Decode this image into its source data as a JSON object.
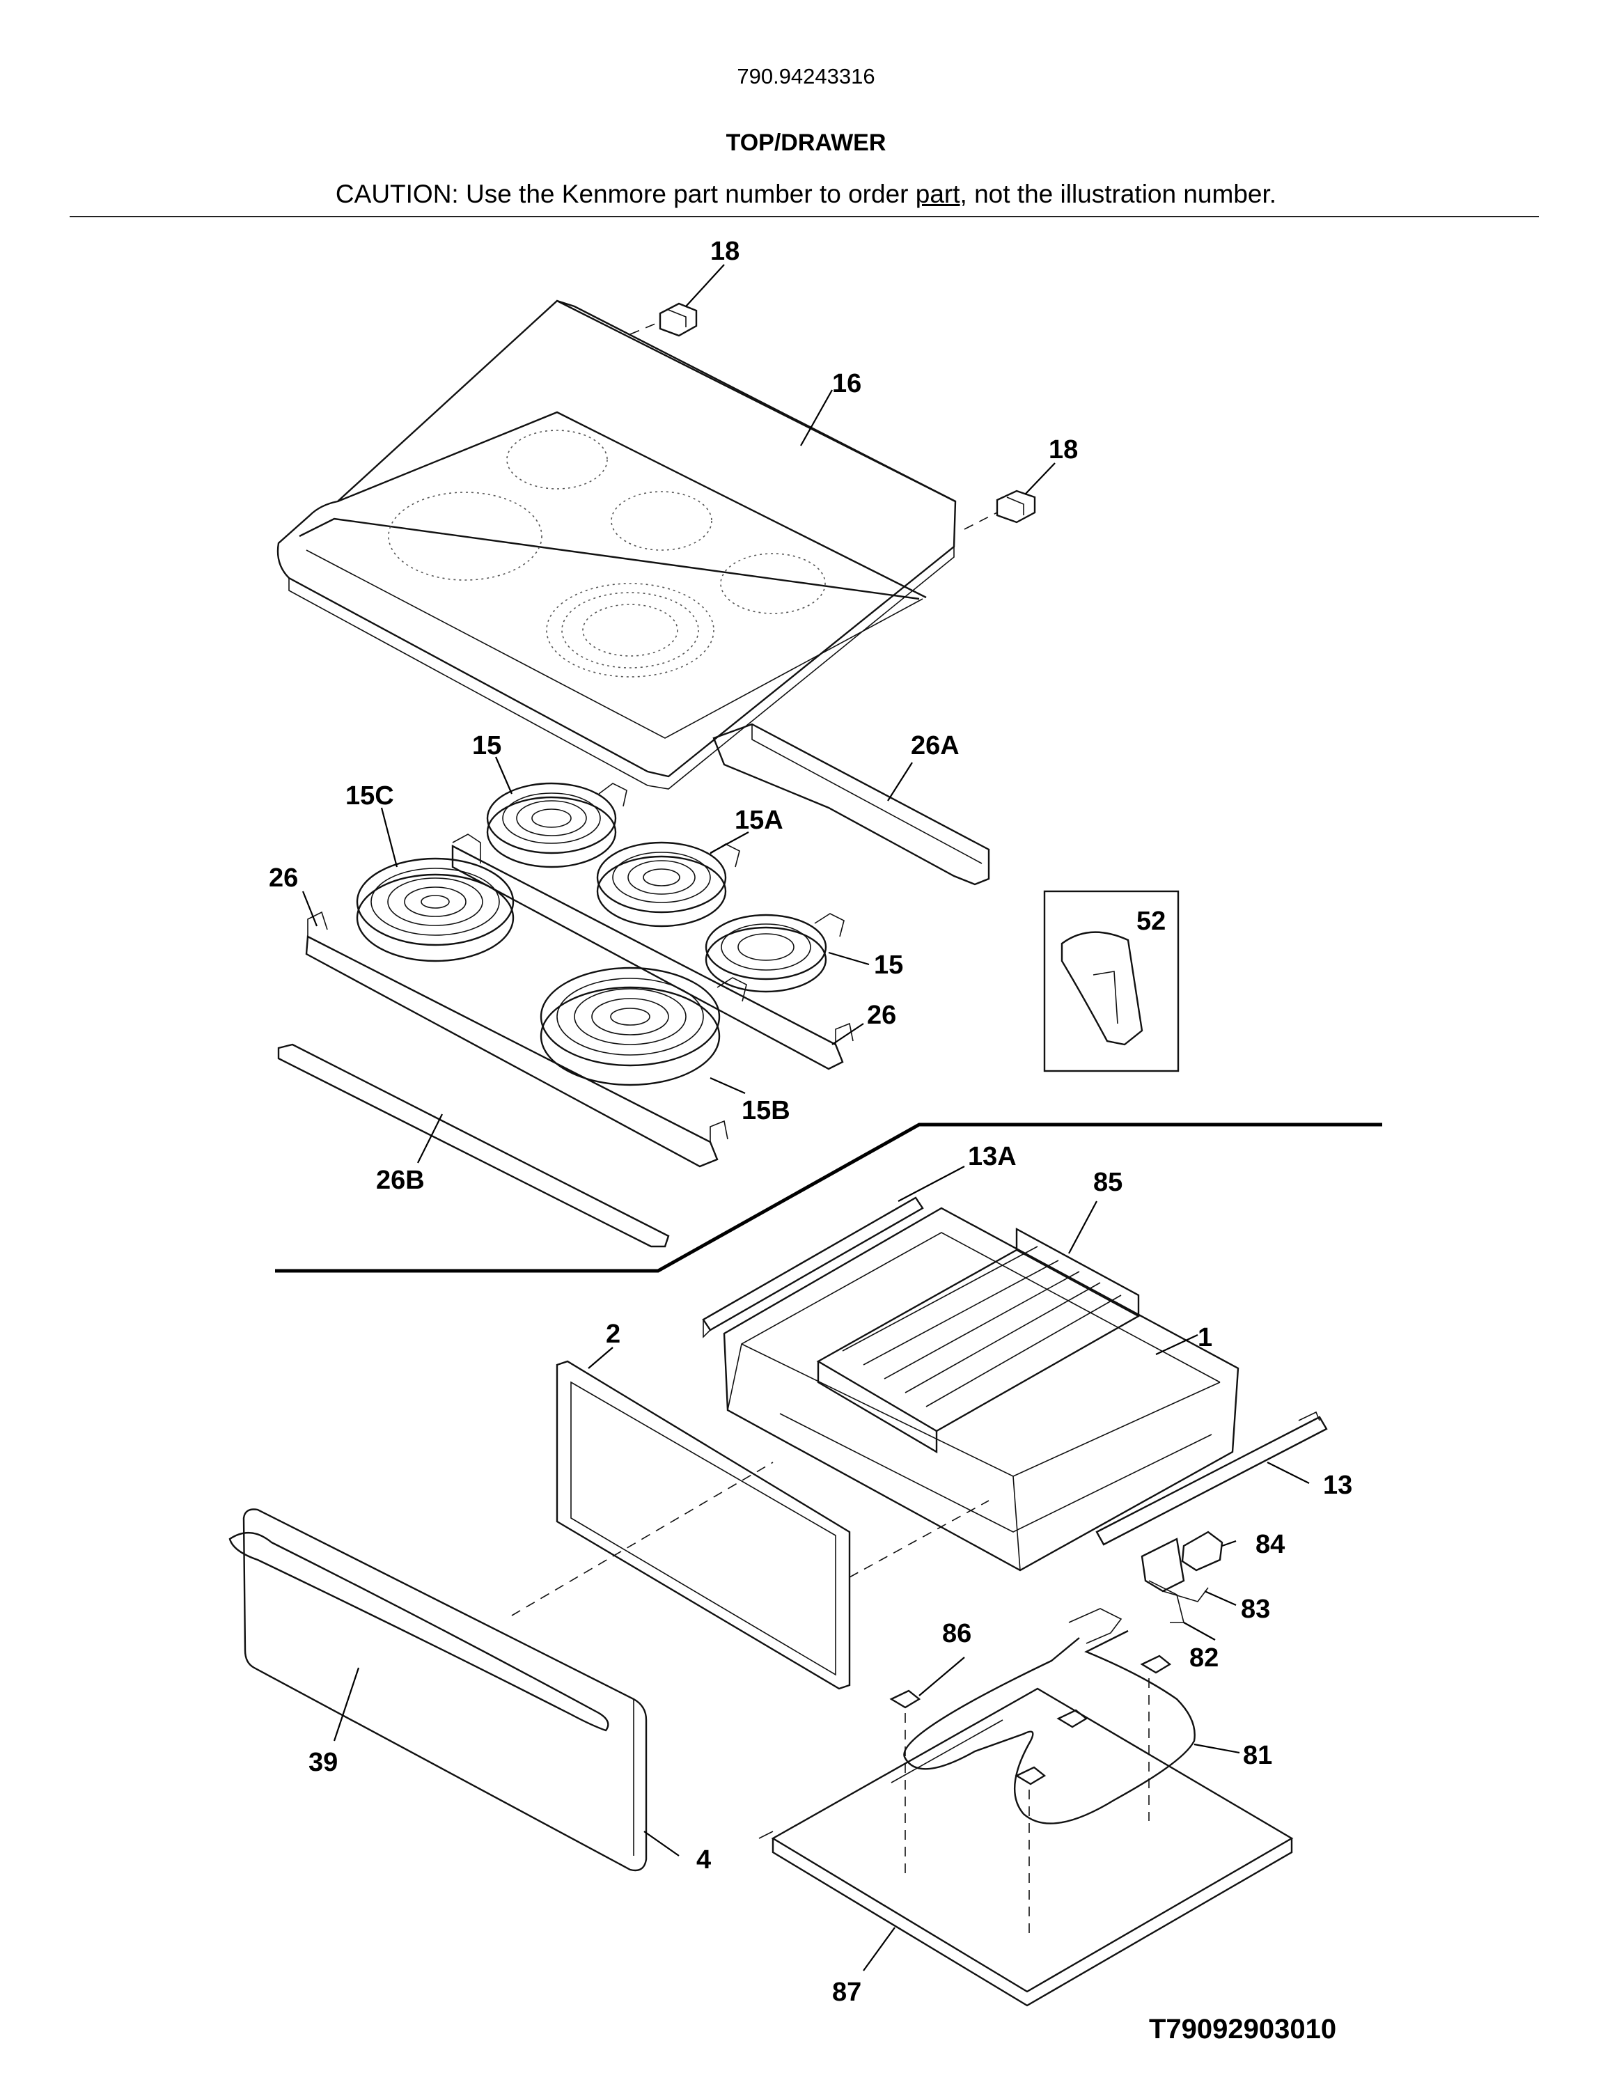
{
  "header": {
    "model_number": "790.94243316",
    "section_title": "TOP/DRAWER",
    "caution_prefix": "CAUTION: Use the Kenmore part number to order ",
    "caution_link": "part",
    "caution_suffix": ", not the illustration number."
  },
  "drawing_id": "T79092903010",
  "callouts": {
    "c18a": "18",
    "c16": "16",
    "c18b": "18",
    "c15a": "15",
    "c26A": "26A",
    "c15C": "15C",
    "c15A": "15A",
    "c26a": "26",
    "c52": "52",
    "c15b": "15",
    "c26b": "26",
    "c15B": "15B",
    "c26B": "26B",
    "c13A": "13A",
    "c85": "85",
    "c1": "1",
    "c2": "2",
    "c13": "13",
    "c84": "84",
    "c83": "83",
    "c82": "82",
    "c86": "86",
    "c81": "81",
    "c39": "39",
    "c4": "4",
    "c87": "87"
  }
}
